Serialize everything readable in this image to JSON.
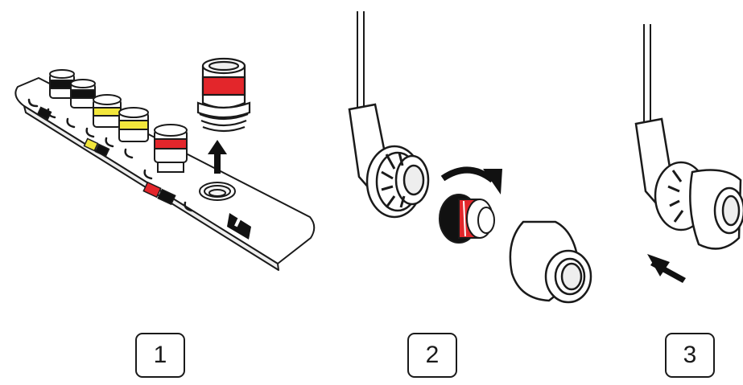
{
  "steps": [
    {
      "number": "1",
      "illustration": "ear-tip-tray-pick-adapter"
    },
    {
      "number": "2",
      "illustration": "attach-adapter-to-earbud"
    },
    {
      "number": "3",
      "illustration": "push-ear-tip-onto-earbud"
    }
  ],
  "colors": {
    "outline": "#1a1a1a",
    "adapter_red": "#e3262b",
    "adapter_yellow": "#f2e63c",
    "adapter_black": "#111111",
    "fill": "#ffffff"
  },
  "icons": [
    "up-arrow-icon",
    "rotate-arrow-icon",
    "push-arrow-icon",
    "brand-logo-icon"
  ]
}
